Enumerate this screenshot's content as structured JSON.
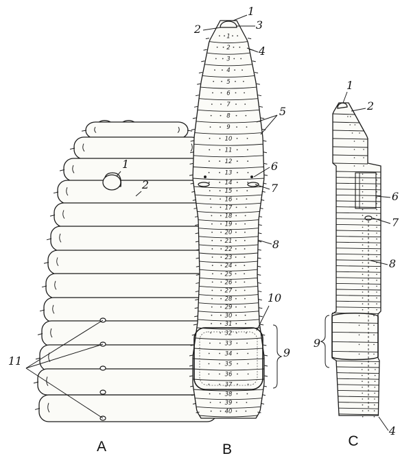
{
  "figure": {
    "panels": [
      {
        "id": "A",
        "label": "A"
      },
      {
        "id": "B",
        "label": "B"
      },
      {
        "id": "C",
        "label": "C"
      }
    ],
    "callouts": {
      "A": [
        "1",
        "2",
        "11"
      ],
      "B": [
        "1",
        "2",
        "3",
        "4",
        "5",
        "6",
        "7",
        "8",
        "9",
        "10"
      ],
      "C": [
        "1",
        "2",
        "6",
        "7",
        "8",
        "9",
        "4"
      ]
    },
    "segment_numbers": [
      "1",
      "2",
      "3",
      "4",
      "5",
      "6",
      "7",
      "8",
      "9",
      "10",
      "11",
      "12",
      "13",
      "14",
      "15",
      "16",
      "17",
      "18",
      "19",
      "20",
      "21",
      "22",
      "23",
      "24",
      "25",
      "26",
      "27",
      "28",
      "29",
      "30",
      "31",
      "32",
      "33",
      "34",
      "35",
      "36",
      "37",
      "38",
      "39",
      "40"
    ]
  },
  "colors": {
    "ink": "#1a1a1a",
    "paper": "#ffffff",
    "segment_fill": "#fbfbf7"
  }
}
